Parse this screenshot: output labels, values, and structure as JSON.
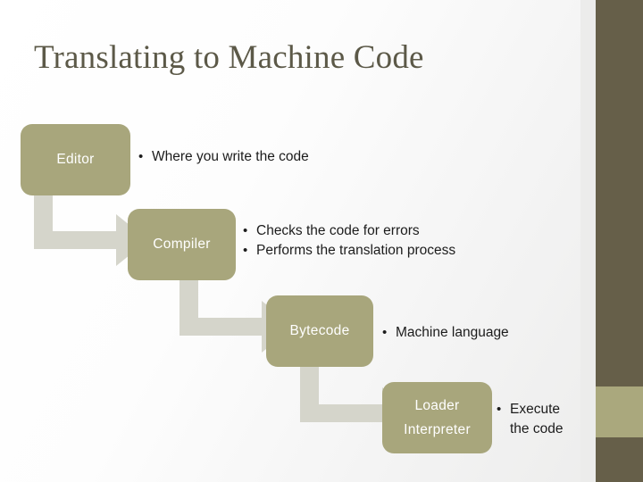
{
  "slide": {
    "title": "Translating to Machine Code",
    "colors": {
      "background": "#fdfdfd",
      "title_text": "#5c5948",
      "box_fill": "#a8a67c",
      "box_text": "#ffffff",
      "arrow_fill": "#d5d5cb",
      "sidebar_dark": "#665f49",
      "sidebar_light": "#aaa87d",
      "bullet_text": "#1c1c1c"
    },
    "steps": [
      {
        "id": "editor",
        "box_label": "Editor",
        "box_label_line2": "",
        "bullets": [
          "Where you write the code"
        ]
      },
      {
        "id": "compiler",
        "box_label": "Compiler",
        "box_label_line2": "",
        "bullets": [
          "Checks the code for errors",
          "Performs the translation process"
        ]
      },
      {
        "id": "bytecode",
        "box_label": "Bytecode",
        "box_label_line2": "",
        "bullets": [
          "Machine language"
        ]
      },
      {
        "id": "loader-interpreter",
        "box_label": "Loader",
        "box_label_line2": "Interpreter",
        "bullets": [
          "Execute the code"
        ]
      }
    ],
    "bullet_glyph": "•",
    "arrows": [
      {
        "id": "arrow-editor-to-compiler"
      },
      {
        "id": "arrow-compiler-to-bytecode"
      },
      {
        "id": "arrow-bytecode-to-loader"
      }
    ]
  }
}
